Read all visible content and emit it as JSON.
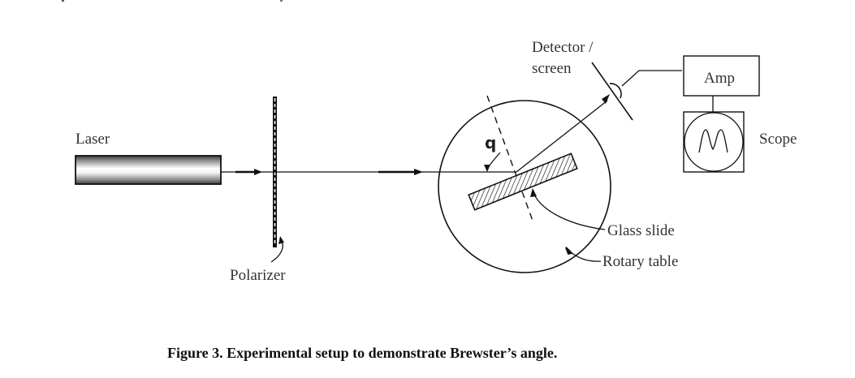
{
  "figure": {
    "caption": "Figure 3. Experimental setup to demonstrate Brewster’s angle.",
    "labels": {
      "laser": "Laser",
      "polarizer": "Polarizer",
      "detector_line1": "Detector /",
      "detector_line2": "screen",
      "amp": "Amp",
      "scope": "Scope",
      "glass_slide": "Glass slide",
      "rotary_table": "Rotary table",
      "angle_symbol": "q"
    },
    "components": [
      "laser",
      "polarizer",
      "rotary-table",
      "glass-slide",
      "detector-screen",
      "amplifier",
      "oscilloscope"
    ]
  }
}
